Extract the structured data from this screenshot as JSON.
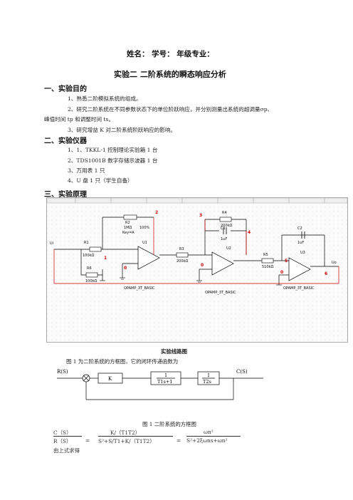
{
  "header": {
    "line": "姓名：   学号：    年级专业："
  },
  "title": "实验二    二阶系统的瞬态响应分析",
  "sections": {
    "s1": "一、实验目的",
    "s1_items": [
      "1、熟悉二阶模拟系统的组成。",
      "2、研究二阶系统在不同参数状态下的单位阶跃响应，并分别测量出系统的超调量σp、",
      "峰值时间 tp 和调整时间 ts。",
      "3、研究增益 K 对二阶系统阶跃响应的影响。"
    ],
    "s2": "二、实验仪器",
    "s2_items": [
      "1、1、TKKL-1 控制理论实验箱 1 台",
      "2、TDS1001B 数字存储示波器 1 台",
      "3、万用表 1 只",
      "4、U 盘 1 只（学生自备）"
    ],
    "s3": "三、实验原理"
  },
  "schematic": {
    "labels": {
      "ui": "Ui",
      "uo": "Uo",
      "r1": "R1",
      "r1v": "100kΩ",
      "r2": "R2",
      "r2v": "1MΩ",
      "r2p": "100%",
      "r2k": "Key=A",
      "r3": "R3",
      "r3v": "200kΩ",
      "r4": "R4",
      "r4v": "200kΩ",
      "r5": "R5",
      "r5v": "510kΩ",
      "r6": "R6",
      "r6v": "100kΩ",
      "c1": "C1",
      "c1v": "1uF",
      "c2": "C2",
      "c2v": "1uF",
      "u1": "U1",
      "u2": "U2",
      "u3": "U3",
      "opamp": "OPAMP_3T_BASIC",
      "n0": "0",
      "n1": "1",
      "n2": "2",
      "n3": "3",
      "n4": "4",
      "n5": "5",
      "n6": "6"
    },
    "caption": "实验线路图"
  },
  "para1": "图 1 为二阶系统的方框图，它的闭环传递函数为",
  "block": {
    "input": "R(S)",
    "output": "C(S)",
    "k": "K",
    "b1_num": "1",
    "b1_den": "T1s+1",
    "b2_num": "1",
    "b2_den": "T2s",
    "caption": "图 1  二阶系统的方框图"
  },
  "formula": {
    "lhs_num": "C（S）",
    "lhs_den": "R（S）",
    "eq1": "=",
    "mid_num": "K/（T1T2）",
    "mid_den": "S²+S/T1+K/（T1T2）",
    "eq2": "=",
    "rhs_num": "ωn²",
    "rhs_den": "S²+2ξωns+ωn²"
  },
  "footer": "由上式求得"
}
